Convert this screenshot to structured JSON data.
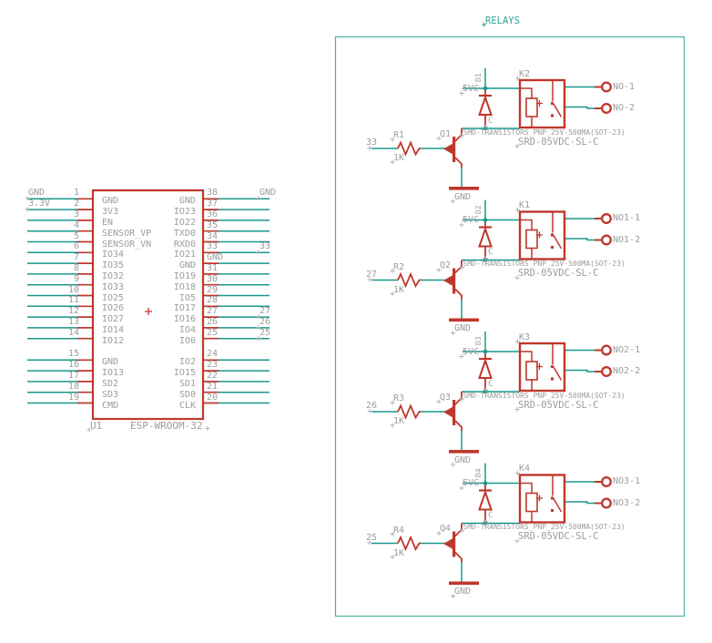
{
  "schematic": {
    "title": "RELAYS",
    "colors": {
      "wire": "#19988b",
      "frame": "#49b0a0",
      "symbol": "#bf372c",
      "label": "#9c9c9c"
    },
    "esp": {
      "refdes": "U1",
      "part": "ESP-WROOM-32",
      "left_pins": [
        {
          "num": "1",
          "name": "GND",
          "ext": "GND"
        },
        {
          "num": "2",
          "name": "3V3",
          "ext": "3.3V"
        },
        {
          "num": "3",
          "name": "EN"
        },
        {
          "num": "4",
          "name": "SENSOR_VP"
        },
        {
          "num": "5",
          "name": "SENSOR_VN"
        },
        {
          "num": "6",
          "name": "IO34"
        },
        {
          "num": "7",
          "name": "IO35"
        },
        {
          "num": "8",
          "name": "IO32"
        },
        {
          "num": "9",
          "name": "IO33"
        },
        {
          "num": "10",
          "name": "IO25"
        },
        {
          "num": "11",
          "name": "IO26"
        },
        {
          "num": "12",
          "name": "IO27"
        },
        {
          "num": "13",
          "name": "IO14"
        },
        {
          "num": "14",
          "name": "IO12"
        },
        {
          "gap": true
        },
        {
          "num": "15",
          "name": "GND"
        },
        {
          "num": "16",
          "name": "IO13"
        },
        {
          "num": "17",
          "name": "SD2"
        },
        {
          "num": "18",
          "name": "SD3"
        },
        {
          "num": "19",
          "name": "CMD"
        }
      ],
      "right_pins": [
        {
          "num": "38",
          "name": "GND",
          "ext": "GND"
        },
        {
          "num": "37",
          "name": "IO23"
        },
        {
          "num": "36",
          "name": "IO22"
        },
        {
          "num": "35",
          "name": "TXD0"
        },
        {
          "num": "34",
          "name": "RXD0"
        },
        {
          "num": "33",
          "name": "IO21",
          "ext": "33"
        },
        {
          "num": "GND",
          "name": "GND"
        },
        {
          "num": "31",
          "name": "IO19"
        },
        {
          "num": "30",
          "name": "IO18"
        },
        {
          "num": "29",
          "name": "IO5"
        },
        {
          "num": "28",
          "name": "IO17"
        },
        {
          "num": "27",
          "name": "IO16",
          "ext": "27"
        },
        {
          "num": "26",
          "name": "IO4",
          "ext": "26"
        },
        {
          "num": "25",
          "name": "IO0",
          "ext": "25"
        },
        {
          "gap": true
        },
        {
          "num": "24",
          "name": "IO2"
        },
        {
          "num": "23",
          "name": "IO15"
        },
        {
          "num": "22",
          "name": "SD1"
        },
        {
          "num": "21",
          "name": "SD0"
        },
        {
          "num": "20",
          "name": "CLK"
        }
      ]
    },
    "relay_circuits": [
      {
        "relay": "K2",
        "relay_part": "SRD-05VDC-SL-C",
        "transistor": "Q1",
        "transistor_part": "SMD-TRANSISTORS_PNP_25V-500MA(SOT-23)",
        "resistor": "R1",
        "resistor_value": "1K",
        "input_net": "33",
        "supply_net": "5VC",
        "collector_net": "C",
        "diode": "D1",
        "ground": "GND",
        "outputs": [
          "NO-1",
          "NO-2"
        ]
      },
      {
        "relay": "K1",
        "relay_part": "SRD-05VDC-SL-C",
        "transistor": "Q2",
        "transistor_part": "SMD-TRANSISTORS_PNP_25V-500MA(SOT-23)",
        "resistor": "R2",
        "resistor_value": "1K",
        "input_net": "27",
        "supply_net": "5VC",
        "collector_net": "C",
        "diode": "D2",
        "ground": "GND",
        "outputs": [
          "NO1-1",
          "NO1-2"
        ]
      },
      {
        "relay": "K3",
        "relay_part": "SRD-05VDC-SL-C",
        "transistor": "Q3",
        "transistor_part": "SMD-TRANSISTORS_PNP_25V-500MA(SOT-23)",
        "resistor": "R3",
        "resistor_value": "1K",
        "input_net": "26",
        "supply_net": "5VC",
        "collector_net": "C",
        "diode": "D3",
        "ground": "GND",
        "outputs": [
          "NO2-1",
          "NO2-2"
        ]
      },
      {
        "relay": "K4",
        "relay_part": "SRD-05VDC-SL-C",
        "transistor": "Q4",
        "transistor_part": "SMD-TRANSISTORS_PNP_25V-500MA(SOT-23)",
        "resistor": "R4",
        "resistor_value": "1K",
        "input_net": "25",
        "supply_net": "5VC",
        "collector_net": "C",
        "diode": "D4",
        "ground": "GND",
        "outputs": [
          "NO3-1",
          "NO3-2"
        ]
      }
    ]
  }
}
